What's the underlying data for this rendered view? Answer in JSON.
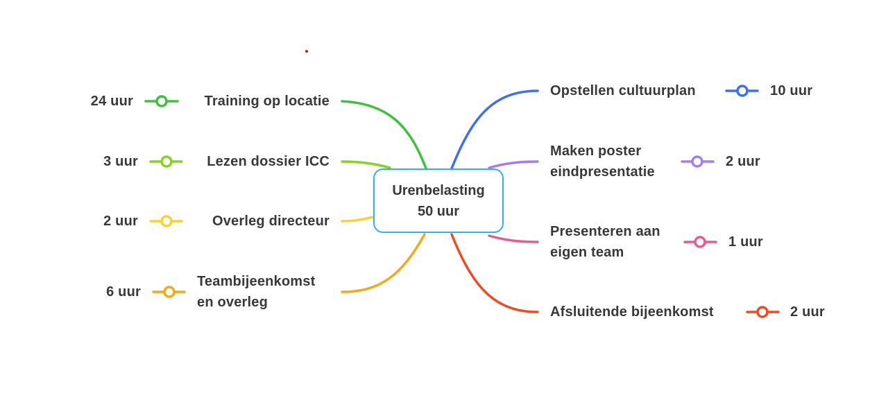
{
  "central": {
    "title": "Urenbelasting",
    "total": "50 uur"
  },
  "left_branches": [
    {
      "label": [
        "Training op locatie"
      ],
      "hours": "24 uur",
      "color": "#3cc23c"
    },
    {
      "label": [
        "Lezen dossier ICC"
      ],
      "hours": "3 uur",
      "color": "#86d41e"
    },
    {
      "label": [
        "Overleg directeur"
      ],
      "hours": "2 uur",
      "color": "#fad131"
    },
    {
      "label": [
        "Teambijeenkomst",
        "en overleg"
      ],
      "hours": "6 uur",
      "color": "#f7a812"
    }
  ],
  "right_branches": [
    {
      "label": [
        "Opstellen cultuurplan"
      ],
      "hours": "10 uur",
      "color": "#3e6ef5"
    },
    {
      "label": [
        "Maken poster",
        "eindpresentatie"
      ],
      "hours": "2 uur",
      "color": "#a77cf0"
    },
    {
      "label": [
        "Presenteren aan",
        "eigen team"
      ],
      "hours": "1 uur",
      "color": "#ea5a92"
    },
    {
      "label": [
        "Afsluitende bijeenkomst"
      ],
      "hours": "2 uur",
      "color": "#f24a1e"
    }
  ]
}
